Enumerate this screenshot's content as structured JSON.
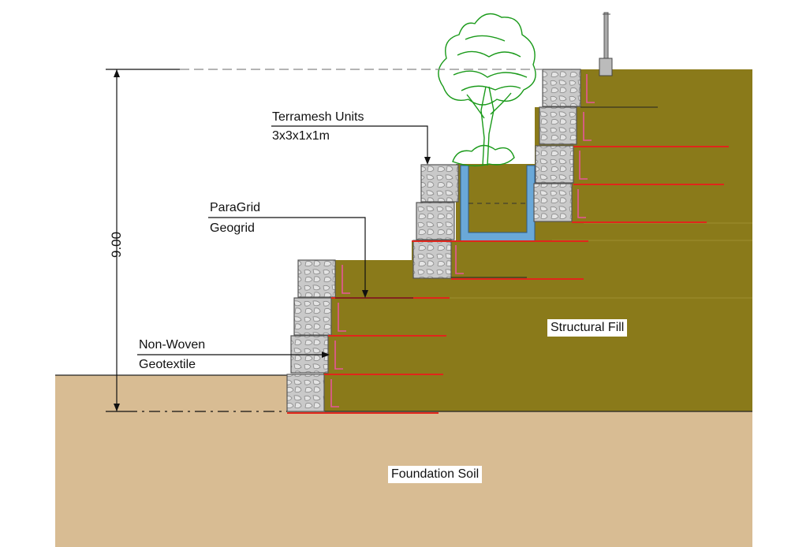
{
  "labels": {
    "terramesh": {
      "line1": "Terramesh Units",
      "line2": "3x3x1x1m"
    },
    "paragrid": {
      "line1": "ParaGrid",
      "line2": "Geogrid"
    },
    "nonwoven": {
      "line1": "Non-Woven",
      "line2": "Geotextile"
    },
    "structural_fill": "Structural Fill",
    "foundation_soil": "Foundation Soil",
    "height_dimension": "9.00"
  },
  "colors": {
    "fill": "#8a7a1a",
    "soil": "#d8bc93",
    "gabion": "#c8c8c8",
    "geogrid": "#e0261b",
    "textile": "#e6569a",
    "drain": "#6aa8d8",
    "tree": "#1a9a1a"
  }
}
